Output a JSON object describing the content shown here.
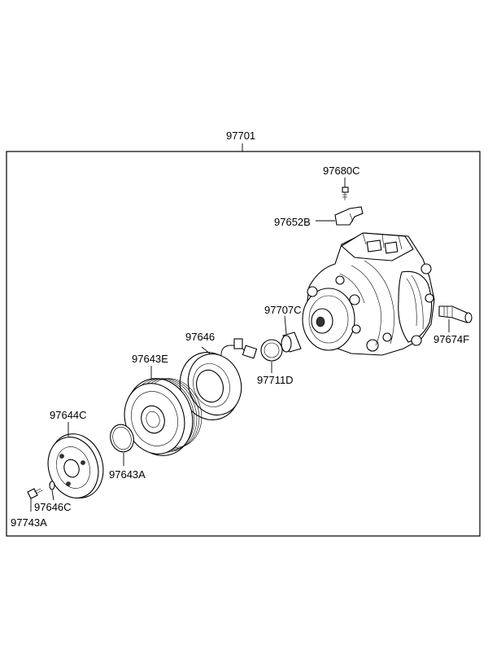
{
  "diagram": {
    "assembly_number": "97701",
    "parts": [
      {
        "id": "97680C",
        "label": "97680C",
        "name": "bolt"
      },
      {
        "id": "97652B",
        "label": "97652B",
        "name": "bracket"
      },
      {
        "id": "97707C",
        "label": "97707C",
        "name": "bushing"
      },
      {
        "id": "97674F",
        "label": "97674F",
        "name": "pressure-switch"
      },
      {
        "id": "97646",
        "label": "97646",
        "name": "field-coil"
      },
      {
        "id": "97711D",
        "label": "97711D",
        "name": "snap-ring"
      },
      {
        "id": "97643E",
        "label": "97643E",
        "name": "pulley"
      },
      {
        "id": "97644C",
        "label": "97644C",
        "name": "clutch-hub"
      },
      {
        "id": "97643A",
        "label": "97643A",
        "name": "pulley-snap-ring"
      },
      {
        "id": "97646C",
        "label": "97646C",
        "name": "shim"
      },
      {
        "id": "97743A",
        "label": "97743A",
        "name": "hub-bolt"
      }
    ]
  }
}
